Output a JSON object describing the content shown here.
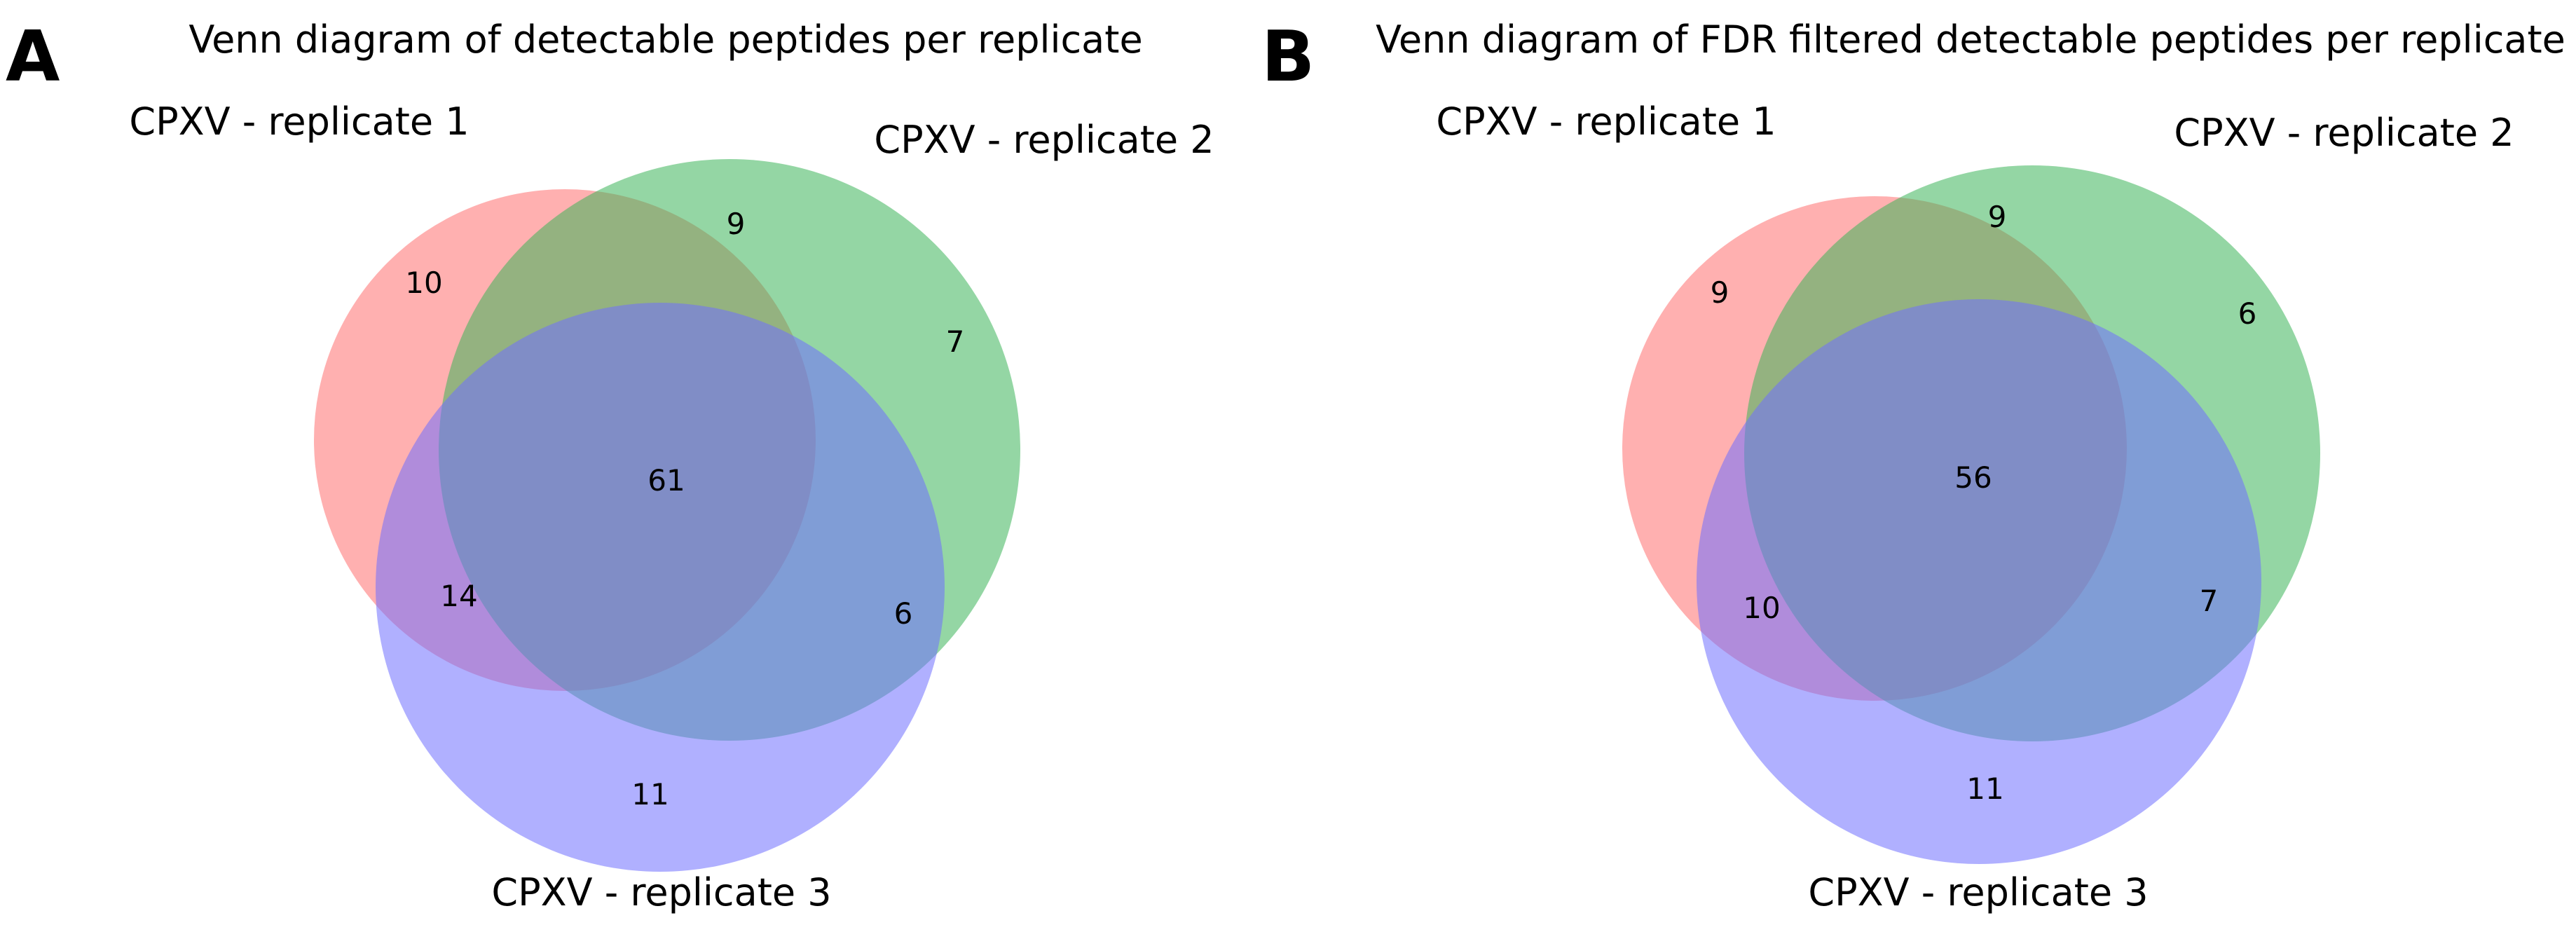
{
  "colors": {
    "set1": "#ff6f6f",
    "set2": "#3cb45a",
    "set3": "#6f6fff",
    "text": "#000000",
    "background": "#ffffff"
  },
  "panels": [
    {
      "letter": "A",
      "title": "Venn diagram of detectable peptides per replicate",
      "sets": [
        "CPXV - replicate 1",
        "CPXV - replicate 2",
        "CPXV - replicate 3"
      ],
      "counts": {
        "only_1": "10",
        "only_2": "7",
        "only_3": "11",
        "r1_r2": "9",
        "r1_r3": "14",
        "r2_r3": "6",
        "all": "61"
      }
    },
    {
      "letter": "B",
      "title": "Venn diagram of FDR filtered detectable peptides per replicate",
      "sets": [
        "CPXV - replicate 1",
        "CPXV - replicate 2",
        "CPXV - replicate 3"
      ],
      "counts": {
        "only_1": "9",
        "only_2": "6",
        "only_3": "11",
        "r1_r2": "9",
        "r1_r3": "10",
        "r2_r3": "7",
        "all": "56"
      }
    }
  ]
}
